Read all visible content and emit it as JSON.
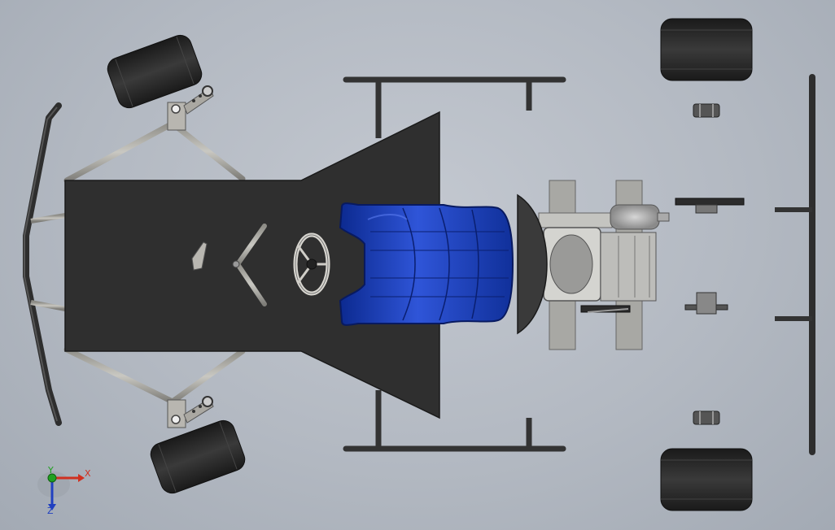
{
  "triad": {
    "x_label": "X",
    "y_label": "Y",
    "z_label": "Z",
    "x_color": "#d03020",
    "y_color": "#20a020",
    "z_color": "#2040c0"
  },
  "colors": {
    "background": "#b8bdc5",
    "tube": "#a9a8a2",
    "tube_edge": "#5a5a58",
    "floor_pan": "#2c2c2c",
    "tire": "#2a2a2a",
    "seat": "#1f3fb0",
    "bumper": "#333333"
  },
  "icons": {
    "triad": "coordinate-triad-icon"
  }
}
